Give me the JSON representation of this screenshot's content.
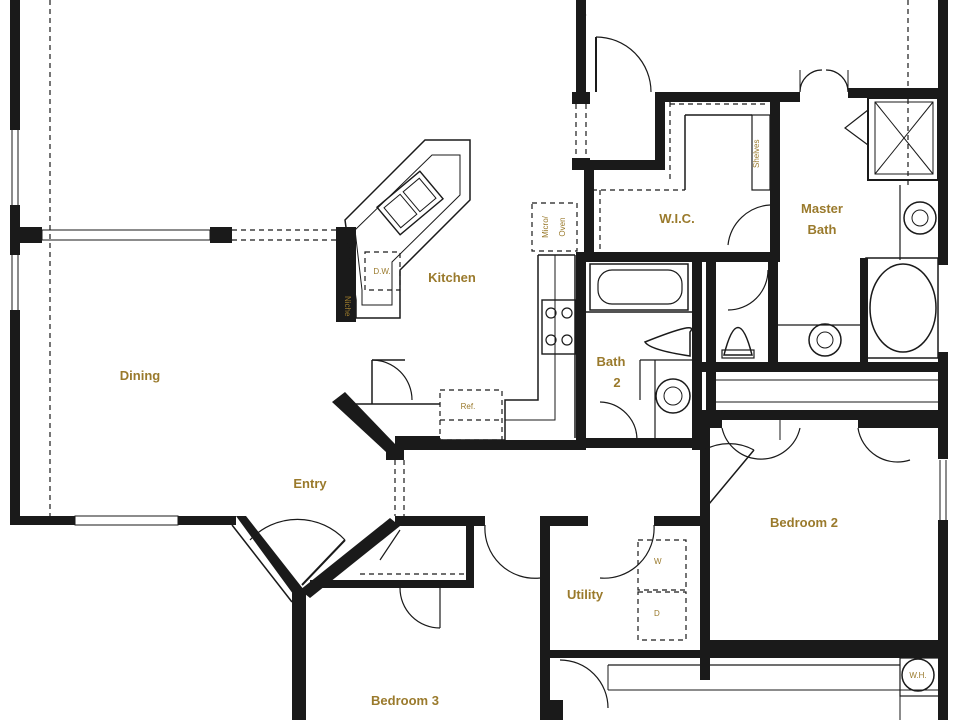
{
  "colors": {
    "wall": "#1a1a1a",
    "label": "#9a7a2c",
    "background": "#ffffff"
  },
  "rooms": {
    "dining": "Dining",
    "kitchen": "Kitchen",
    "entry": "Entry",
    "wic": "W.I.C.",
    "master_bath_line1": "Master",
    "master_bath_line2": "Bath",
    "bath2_line1": "Bath",
    "bath2_line2": "2",
    "bedroom2": "Bedroom 2",
    "bedroom3": "Bedroom 3",
    "utility": "Utility"
  },
  "fixtures": {
    "dishwasher": "D.W.",
    "refrigerator": "Ref.",
    "micro_oven_line1": "Micro/",
    "micro_oven_line2": "Oven",
    "washer": "W",
    "dryer": "D",
    "water_heater": "W.H.",
    "shelves": "Shelves",
    "niche": "Niche"
  }
}
